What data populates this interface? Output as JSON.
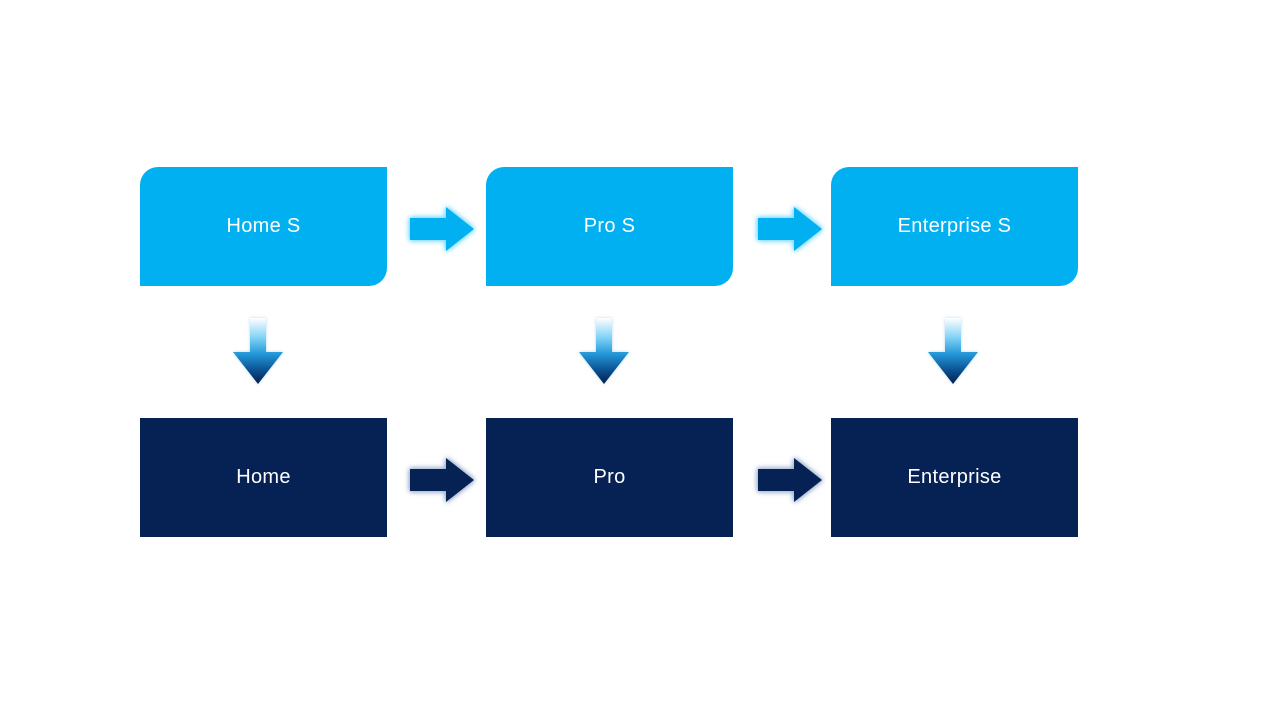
{
  "diagram": {
    "columns": [
      {
        "top_label": "Home S",
        "bottom_label": "Home"
      },
      {
        "top_label": "Pro S",
        "bottom_label": "Pro"
      },
      {
        "top_label": "Enterprise S",
        "bottom_label": "Enterprise"
      }
    ],
    "colors": {
      "background": "#ffffff",
      "light_blue": "#00b0f0",
      "dark_navy": "#062254",
      "label_text": "#ffffff",
      "light_glow": "#7fdbff",
      "dark_glow": "#9fb2cf",
      "down_glow": "#b9d9ef",
      "down_arrow_gradient": [
        "#ffffff",
        "#7fd2f6",
        "#2196d6",
        "#0b4e8f",
        "#04204c"
      ]
    },
    "icons": {
      "right_arrow": {
        "name": "right-arrow-icon",
        "glyph": "block-arrow-right"
      },
      "down_arrow": {
        "name": "down-arrow-icon",
        "glyph": "block-arrow-down"
      }
    }
  }
}
